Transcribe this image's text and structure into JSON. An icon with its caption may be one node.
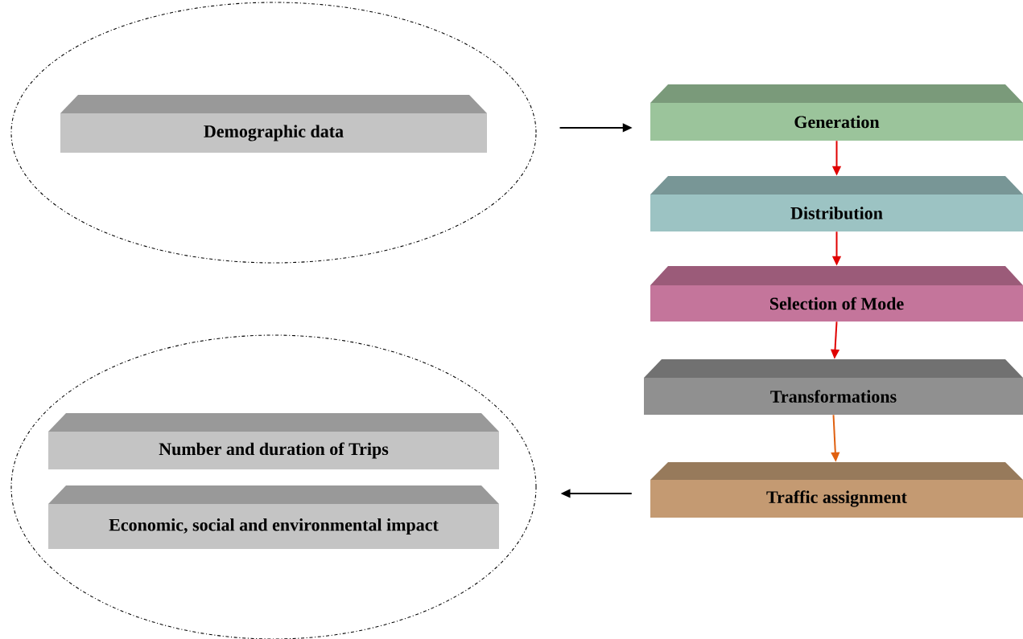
{
  "diagram": {
    "nodes": [
      {
        "text": [],
        "shape": "ellipse"
      },
      {
        "text": [
          "Demographic data"
        ],
        "in": 0
      },
      {
        "text": [
          "Generation"
        ]
      },
      {
        "text": [
          "Distribution"
        ]
      },
      {
        "text": [
          "Selection of Mode"
        ]
      },
      {
        "text": [
          "Transformations"
        ]
      },
      {
        "text": [
          "Traffic assignment"
        ]
      },
      {
        "text": [],
        "shape": "ellipse"
      },
      {
        "text": [
          "Number and duration of Trips"
        ],
        "in": 7
      },
      {
        "text": [
          "Economic, social and environmental impact"
        ],
        "in": 7
      }
    ],
    "edges": [
      {
        "from": 0,
        "to": 2,
        "arrow": "to",
        "color": "#000000"
      },
      {
        "from": 2,
        "to": 3,
        "arrow": "to"
      },
      {
        "from": 3,
        "to": 4,
        "arrow": "to"
      },
      {
        "from": 4,
        "to": 5,
        "arrow": "to"
      },
      {
        "from": 5,
        "to": 6,
        "arrow": "to",
        "color": "#e06010"
      },
      {
        "from": 6,
        "to": 7,
        "arrow": "to",
        "color": "#000000"
      }
    ]
  }
}
